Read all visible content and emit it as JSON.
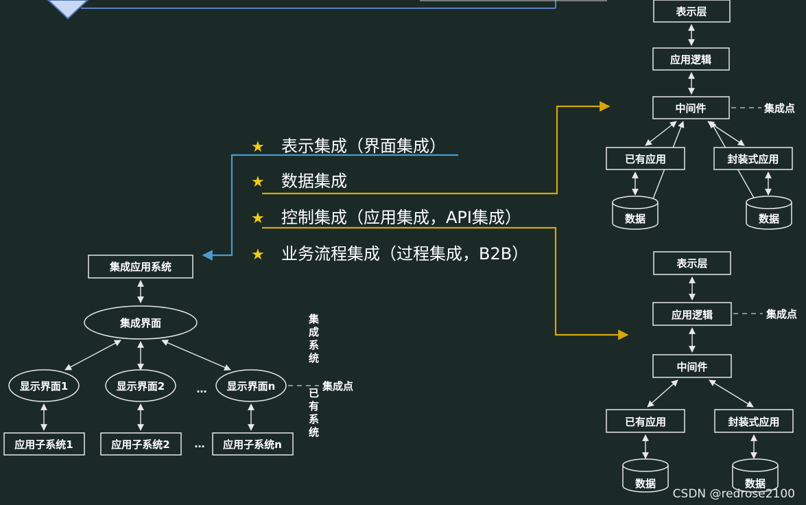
{
  "items": [
    {
      "text": "表示集成（界面集成）"
    },
    {
      "text": "数据集成"
    },
    {
      "text": "控制集成（应用集成，API集成）"
    },
    {
      "text": "业务流程集成（过程集成，B2B）"
    }
  ],
  "left": {
    "top_box": "集成应用系统",
    "ui": "集成界面",
    "disp": [
      "显示界面1",
      "显示界面2",
      "显示界面n"
    ],
    "subs": [
      "应用子系统1",
      "应用子系统2",
      "应用子系统n"
    ],
    "ellipsis": "…",
    "label_integrated": "集成系统",
    "label_existing": "已有系统",
    "point": "集成点"
  },
  "top_right": {
    "presentation": "表示层",
    "app_logic": "应用逻辑",
    "middleware": "中间件",
    "existing_app": "已有应用",
    "wrapped_app": "封装式应用",
    "data1": "数据",
    "data2": "数据",
    "point": "集成点"
  },
  "bottom_right": {
    "presentation": "表示层",
    "app_logic": "应用逻辑",
    "middleware": "中间件",
    "existing_app": "已有应用",
    "wrapped_app": "封装式应用",
    "data1": "数据",
    "data2": "数据",
    "point": "集成点"
  },
  "watermark": "CSDN @redrose2100",
  "colors": {
    "background": "#1b2a27",
    "star": "#f2cc18",
    "blue_line": "#4a9bd0",
    "gold_line": "#d9a70a"
  }
}
